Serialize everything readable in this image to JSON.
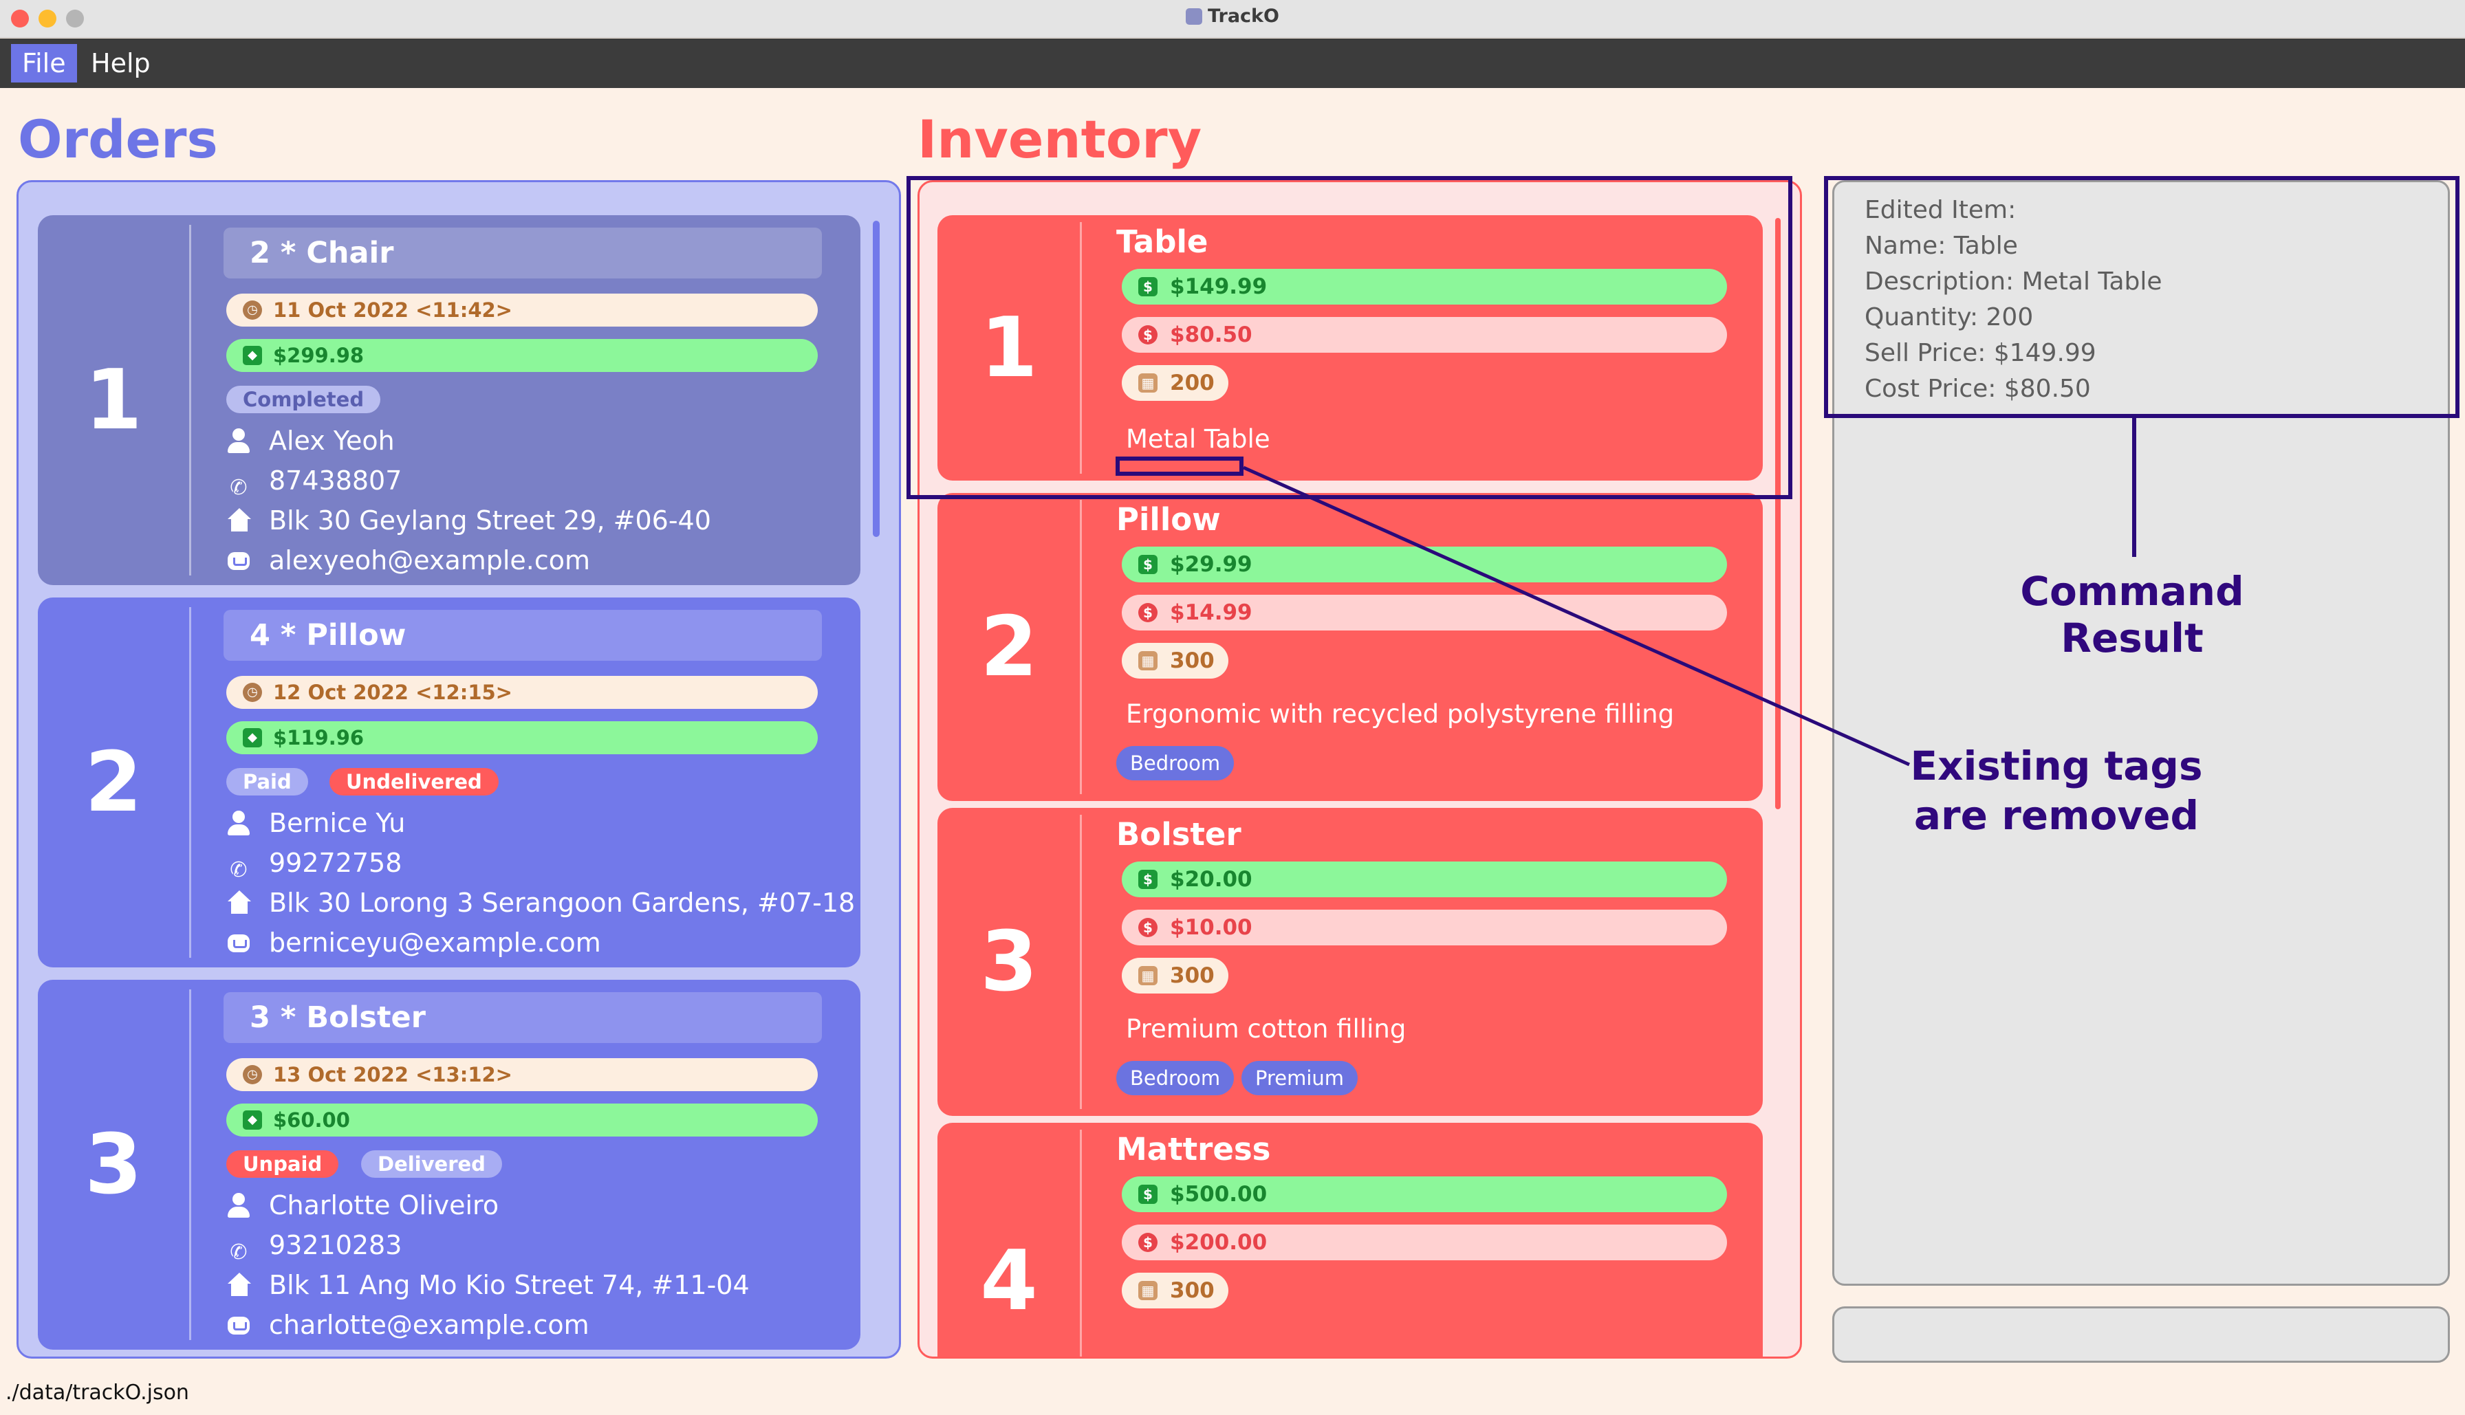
{
  "window": {
    "title": "TrackO"
  },
  "menu": {
    "file": "File",
    "help": "Help"
  },
  "orders": {
    "title": "Orders",
    "items": [
      {
        "index": "1",
        "header": "2 * Chair",
        "date": "11 Oct 2022 <11:42>",
        "price": "$299.98",
        "badges": [
          "Completed"
        ],
        "name": "Alex Yeoh",
        "phone": "87438807",
        "address": "Blk 30 Geylang Street 29, #06-40",
        "email": "alexyeoh@example.com"
      },
      {
        "index": "2",
        "header": "4 * Pillow",
        "date": "12 Oct 2022 <12:15>",
        "price": "$119.96",
        "badges": [
          "Paid",
          "Undelivered"
        ],
        "name": "Bernice Yu",
        "phone": "99272758",
        "address": "Blk 30 Lorong 3 Serangoon Gardens, #07-18",
        "email": "berniceyu@example.com"
      },
      {
        "index": "3",
        "header": "3 * Bolster",
        "date": "13 Oct 2022 <13:12>",
        "price": "$60.00",
        "badges": [
          "Unpaid",
          "Delivered"
        ],
        "name": "Charlotte Oliveiro",
        "phone": "93210283",
        "address": "Blk 11 Ang Mo Kio Street 74, #11-04",
        "email": "charlotte@example.com"
      }
    ]
  },
  "inventory": {
    "title": "Inventory",
    "items": [
      {
        "index": "1",
        "name": "Table",
        "sell": "$149.99",
        "cost": "$80.50",
        "qty": "200",
        "desc": "Metal Table",
        "tags": []
      },
      {
        "index": "2",
        "name": "Pillow",
        "sell": "$29.99",
        "cost": "$14.99",
        "qty": "300",
        "desc": "Ergonomic with recycled polystyrene filling",
        "tags": [
          "Bedroom"
        ]
      },
      {
        "index": "3",
        "name": "Bolster",
        "sell": "$20.00",
        "cost": "$10.00",
        "qty": "300",
        "desc": "Premium cotton filling",
        "tags": [
          "Bedroom",
          "Premium"
        ]
      },
      {
        "index": "4",
        "name": "Mattress",
        "sell": "$500.00",
        "cost": "$200.00",
        "qty": "300",
        "desc": "",
        "tags": []
      }
    ]
  },
  "result": {
    "lines": [
      "Edited Item:",
      "Name: Table",
      "Description: Metal Table",
      "Quantity: 200",
      "Sell Price: $149.99",
      "Cost Price: $80.50"
    ]
  },
  "status": {
    "path": "./data/trackO.json"
  },
  "annotations": {
    "command_result": "Command Result",
    "tags_line1": "Existing tags",
    "tags_line2": "are removed"
  },
  "colors": {
    "orders_accent": "#7279ea",
    "inventory_accent": "#ff5b5b",
    "annotation": "#30087d",
    "background": "#fdf1e7"
  }
}
